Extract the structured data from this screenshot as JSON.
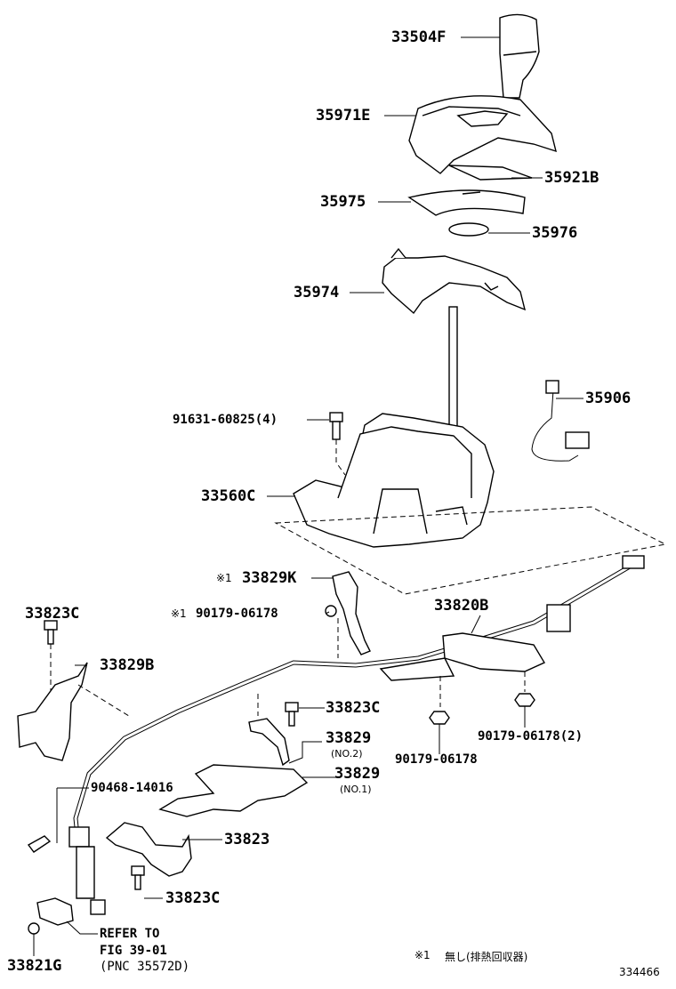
{
  "labels": {
    "p33504F": "33504F",
    "p35971E": "35971E",
    "p35921B": "35921B",
    "p35975": "35975",
    "p35976": "35976",
    "p35974": "35974",
    "p35906": "35906",
    "p91631": "91631-60825(4)",
    "p33560C": "33560C",
    "p33829K": "33829K",
    "p90179a": "90179-06178",
    "p33823Ca": "33823C",
    "p33829B": "33829B",
    "p33820B": "33820B",
    "p33823Cb": "33823C",
    "p33829n2": "33829",
    "p33829n2sub": "(NO.2)",
    "p90179b": "90179-06178",
    "p90179c": "90179-06178(2)",
    "p33829n1": "33829",
    "p33829n1sub": "(NO.1)",
    "p90468": "90468-14016",
    "p33823": "33823",
    "p33823Cc": "33823C",
    "refer1": "REFER TO",
    "refer2": "FIG 39-01",
    "refer3": "(PNC 35572D)",
    "p33821G": "33821G"
  },
  "marks": {
    "note_mark": "※1",
    "note_text": "無し(排熱回収器)",
    "figure_number": "334466"
  }
}
